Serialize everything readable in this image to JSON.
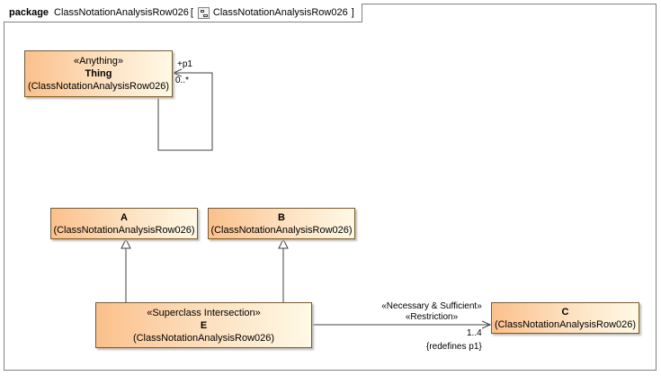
{
  "frame": {
    "keyword": "package",
    "name": "ClassNotationAnalysisRow026",
    "bracket_open": "[",
    "diagram_name": "ClassNotationAnalysisRow026",
    "bracket_close": "]"
  },
  "classes": {
    "thing": {
      "stereotype": "«Anything»",
      "name": "Thing",
      "owner": "(ClassNotationAnalysisRow026)"
    },
    "a": {
      "name": "A",
      "owner": "(ClassNotationAnalysisRow026)"
    },
    "b": {
      "name": "B",
      "owner": "(ClassNotationAnalysisRow026)"
    },
    "e": {
      "stereotype": "«Superclass Intersection»",
      "name": "E",
      "owner": "(ClassNotationAnalysisRow026)"
    },
    "c": {
      "name": "C",
      "owner": "(ClassNotationAnalysisRow026)"
    }
  },
  "associations": {
    "self": {
      "role": "+p1",
      "multiplicity": "0..*"
    },
    "e_to_c": {
      "stereotype_1": "«Necessary & Sufficient»",
      "stereotype_2": "«Restriction»",
      "multiplicity": "1..4",
      "constraint": "{redefines p1}"
    }
  },
  "colors": {
    "class_fill_start": "#fbc08c",
    "class_fill_end": "#fff9e6",
    "class_border": "#7a5a2a",
    "line": "#404040"
  }
}
